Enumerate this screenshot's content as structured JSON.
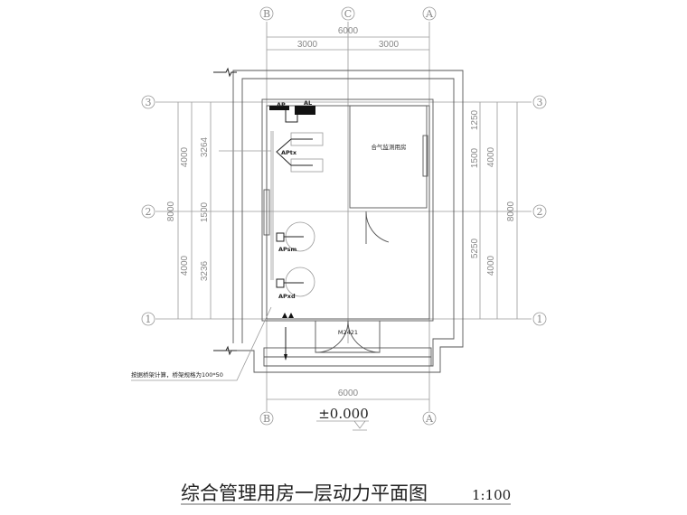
{
  "drawing": {
    "title": "综合管理用房一层动力平面图",
    "scale": "1:100",
    "elevation": "±0.000",
    "axes_vertical": [
      "B",
      "C",
      "A"
    ],
    "axes_horizontal": [
      "3",
      "2",
      "1"
    ],
    "dimensions": {
      "top_total": "6000",
      "top_left": "3000",
      "top_right": "3000",
      "bottom_total": "6000",
      "left_outer_upper": "4000",
      "left_outer_lower": "4000",
      "left_total": "8000",
      "left_inner_upper": "3264",
      "left_inner_mid": "1500",
      "left_inner_lower": "3236",
      "right_inner_top": "1250",
      "right_inner_mid": "1500",
      "right_inner_lower": "5250",
      "right_outer_upper": "4000",
      "right_outer_lower": "4000",
      "right_total": "8000"
    },
    "panels": {
      "ap": "AP",
      "al": "AL",
      "aptx": "APtx",
      "apsm": "APsm",
      "apxd": "APxd"
    },
    "room_label": "合气监测用房",
    "door_label": "M2421",
    "note": "按据桥架计算，桥架规格为100*50"
  }
}
